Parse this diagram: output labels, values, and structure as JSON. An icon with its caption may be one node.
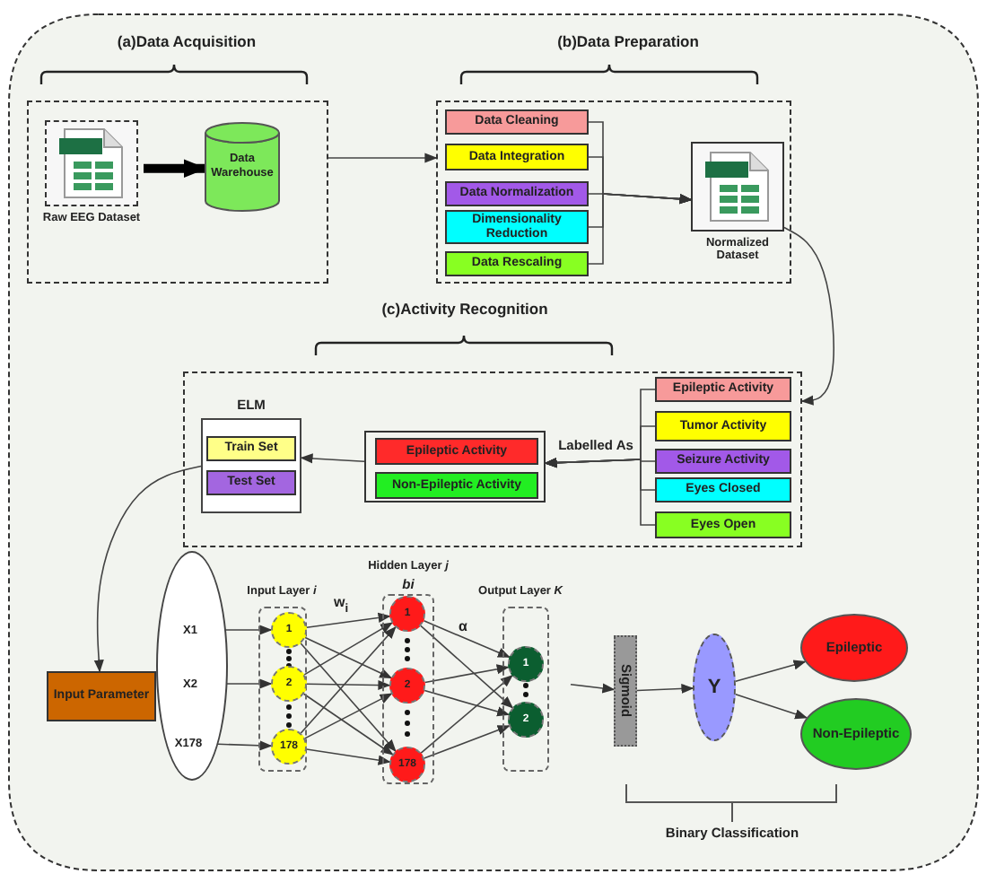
{
  "diagram": {
    "nodes": [
      {
        "text": [
          "(a)Data Acquisition"
        ]
      },
      {
        "text": [
          "Raw EEG Dataset"
        ],
        "in": 0
      },
      {
        "text": [
          "Data Warehouse"
        ],
        "in": 0
      },
      {
        "text": [
          "(b)Data Preparation"
        ]
      },
      {
        "text": [
          "Data Cleaning"
        ],
        "in": 3
      },
      {
        "text": [
          "Data Integration"
        ],
        "in": 3
      },
      {
        "text": [
          "Data Normalization"
        ],
        "in": 3
      },
      {
        "text": [
          "Dimensionality Reduction"
        ],
        "in": 3
      },
      {
        "text": [
          "Data Rescaling"
        ],
        "in": 3
      },
      {
        "text": [
          "Normalized Dataset"
        ],
        "in": 3
      },
      {
        "text": [
          "(c)Activity Recognition"
        ]
      },
      {
        "text": [
          "ELM"
        ],
        "in": 10
      },
      {
        "text": [
          "Train Set"
        ],
        "in": 11
      },
      {
        "text": [
          "Test Set"
        ],
        "in": 11
      },
      {
        "text": [],
        "shape": "box",
        "in": 10
      },
      {
        "text": [
          "Epileptic Activity"
        ],
        "in": 14
      },
      {
        "text": [
          "Non-Epileptic Activity"
        ],
        "in": 14
      },
      {
        "text": [
          "Epileptic Activity"
        ],
        "in": 10
      },
      {
        "text": [
          "Tumor Activity"
        ],
        "in": 10
      },
      {
        "text": [
          "Seizure Activity"
        ],
        "in": 10
      },
      {
        "text": [
          "Eyes Closed"
        ],
        "in": 10
      },
      {
        "text": [
          "Eyes Open"
        ],
        "in": 10
      },
      {
        "text": [
          "Input Parameter"
        ]
      },
      {
        "text": [],
        "shape": "ellipse"
      },
      {
        "text": [
          "X1"
        ],
        "in": 23
      },
      {
        "text": [
          "X2"
        ],
        "in": 23
      },
      {
        "text": [
          "X178"
        ],
        "in": 23
      },
      {
        "text": [
          "Input Layer *i*"
        ]
      },
      {
        "text": [
          "1"
        ],
        "in": 27
      },
      {
        "text": [
          "2"
        ],
        "in": 27
      },
      {
        "text": [
          "178"
        ],
        "in": 27
      },
      {
        "text": [
          "Hidden Layer *j*"
        ],
        "beside": [
          "bi"
        ]
      },
      {
        "text": [
          "1"
        ],
        "in": 31
      },
      {
        "text": [
          "2"
        ],
        "in": 31
      },
      {
        "text": [
          "178"
        ],
        "in": 31
      },
      {
        "text": [
          "Output Layer *K*"
        ]
      },
      {
        "text": [
          "1"
        ],
        "in": 35
      },
      {
        "text": [
          "2"
        ],
        "in": 35
      },
      {
        "text": [
          "Sigmoid"
        ]
      },
      {
        "text": [
          "Y"
        ]
      },
      {
        "text": [
          "Epileptic"
        ]
      },
      {
        "text": [
          "Non-Epileptic"
        ]
      }
    ],
    "edges": [
      {
        "from": 1,
        "to": 2,
        "arrow": "to",
        "style": "thick"
      },
      {
        "from": 0,
        "to": 3,
        "arrow": "to"
      },
      {
        "from": 4,
        "to": 9,
        "arrow": "to"
      },
      {
        "from": 5,
        "to": 9,
        "arrow": "to"
      },
      {
        "from": 6,
        "to": 9,
        "arrow": "to"
      },
      {
        "from": 7,
        "to": 9,
        "arrow": "to"
      },
      {
        "from": 8,
        "to": 9,
        "arrow": "to"
      },
      {
        "from": 9,
        "to": 10,
        "arrow": "to"
      },
      {
        "from": 17,
        "to": 14,
        "arrow": "to",
        "label": "Labelled As"
      },
      {
        "from": 18,
        "to": 14,
        "arrow": "to"
      },
      {
        "from": 19,
        "to": 14,
        "arrow": "to"
      },
      {
        "from": 20,
        "to": 14,
        "arrow": "to"
      },
      {
        "from": 21,
        "to": 14,
        "arrow": "to"
      },
      {
        "from": 14,
        "to": 11,
        "arrow": "to"
      },
      {
        "from": 11,
        "to": 22,
        "arrow": "to"
      },
      {
        "from": 24,
        "to": 28,
        "arrow": "to"
      },
      {
        "from": 25,
        "to": 29,
        "arrow": "to"
      },
      {
        "from": 26,
        "to": 30,
        "arrow": "to"
      },
      {
        "from": 28,
        "to": 32,
        "arrow": "to"
      },
      {
        "from": 28,
        "to": 33,
        "arrow": "to"
      },
      {
        "from": 28,
        "to": 34,
        "arrow": "to"
      },
      {
        "from": 29,
        "to": 32,
        "arrow": "to"
      },
      {
        "from": 29,
        "to": 33,
        "arrow": "to"
      },
      {
        "from": 29,
        "to": 34,
        "arrow": "to"
      },
      {
        "from": 30,
        "to": 32,
        "arrow": "to"
      },
      {
        "from": 30,
        "to": 33,
        "arrow": "to"
      },
      {
        "from": 30,
        "to": 34,
        "arrow": "to"
      },
      {
        "from": 32,
        "to": 36,
        "arrow": "to"
      },
      {
        "from": 32,
        "to": 37,
        "arrow": "to"
      },
      {
        "from": 33,
        "to": 36,
        "arrow": "to"
      },
      {
        "from": 33,
        "to": 37,
        "arrow": "to"
      },
      {
        "from": 34,
        "to": 36,
        "arrow": "to"
      },
      {
        "from": 34,
        "to": 37,
        "arrow": "to"
      },
      {
        "from": 35,
        "to": 38,
        "arrow": "to"
      },
      {
        "from": 38,
        "to": 39,
        "arrow": "to"
      },
      {
        "from": 39,
        "to": 40,
        "arrow": "to"
      },
      {
        "from": 39,
        "to": 41,
        "arrow": "to"
      }
    ],
    "labels": [
      "w$_{i}$",
      "α",
      "Binary Classification"
    ]
  }
}
